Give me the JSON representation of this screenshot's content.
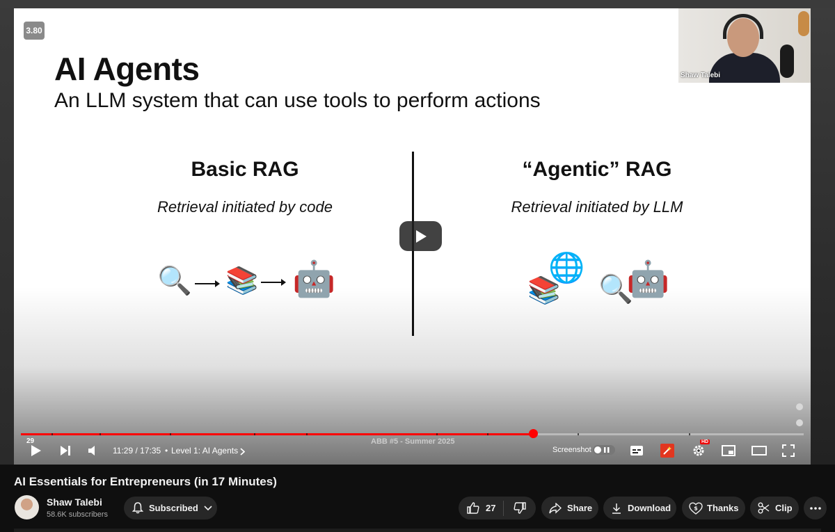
{
  "player": {
    "speed": "3.80",
    "slide": {
      "title": "AI Agents",
      "subtitle": "An LLM system that can use tools to perform actions",
      "left": {
        "title": "Basic RAG",
        "subtitle": "Retrieval initiated by code"
      },
      "right": {
        "title": "“Agentic” RAG",
        "subtitle": "Retrieval initiated by LLM"
      },
      "emoji": {
        "magnifier": "🔍",
        "books": "📚",
        "robot": "🤖",
        "globe": "🌐"
      }
    },
    "webcam_name": "Shaw Talebi",
    "progress": {
      "played_fraction": 0.655,
      "small_counter": "29",
      "watermark": "ABB #5 - Summer 2025"
    },
    "controls": {
      "time": "11:29 / 17:35",
      "bullet": "•",
      "chapter": "Level 1: AI Agents",
      "screenshot_label": "Screenshot",
      "hd_badge": "HD"
    }
  },
  "video": {
    "title": "AI Essentials for Entrepreneurs (in 17 Minutes)",
    "channel": "Shaw Talebi",
    "subscribers": "58.6K subscribers",
    "subscribed_label": "Subscribed",
    "like_count": "27",
    "share_label": "Share",
    "download_label": "Download",
    "thanks_label": "Thanks",
    "clip_label": "Clip"
  },
  "colors": {
    "accent": "#ff0000",
    "pill_bg": "#272727",
    "page_bg": "#0f0f0f"
  }
}
